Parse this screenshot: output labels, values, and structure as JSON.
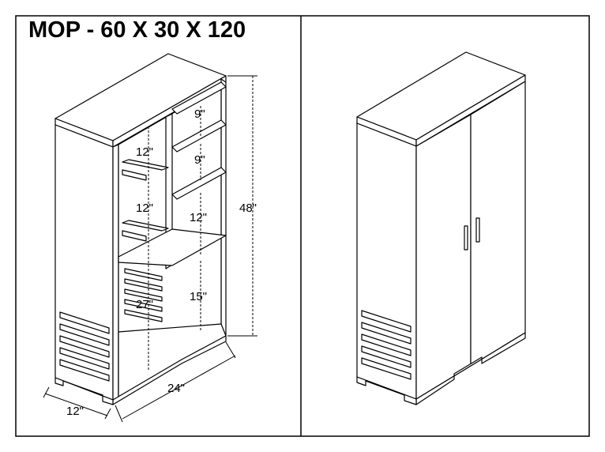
{
  "title": "MOP - 60 X 30 X 120",
  "dimensions": {
    "shelf_top_1": "9\"",
    "shelf_top_2": "9\"",
    "shelf_mid": "12\"",
    "lower_open": "15\"",
    "total_height": "48\"",
    "left_upper": "12\"",
    "left_middle": "12\"",
    "left_lower": "27\"",
    "width": "24\"",
    "depth": "12\""
  }
}
